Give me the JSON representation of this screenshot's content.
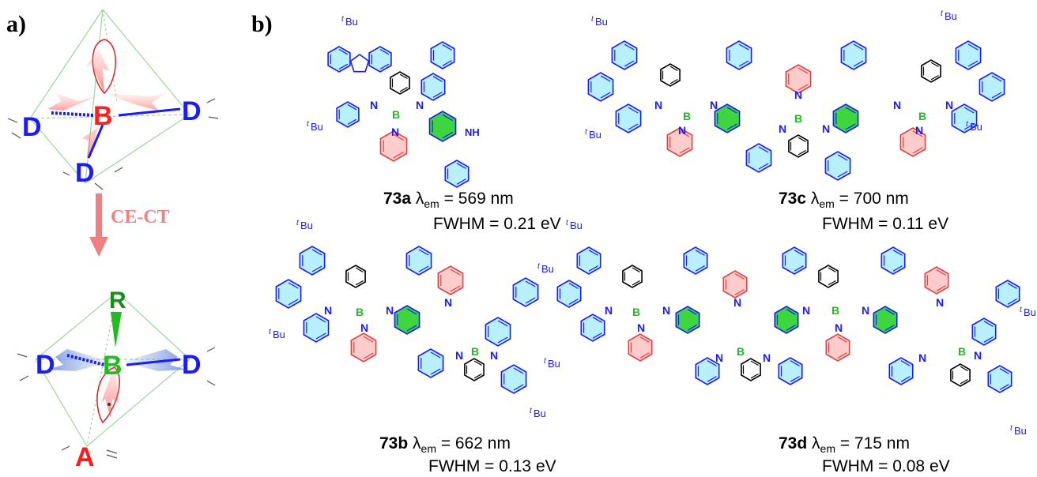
{
  "panel_a": {
    "label": "a)",
    "top": {
      "donor_left": "D",
      "donor_right": "D",
      "donor_bottom": "D",
      "boron": "B"
    },
    "arrow_label": "CE-CT",
    "bottom": {
      "substituent": "R",
      "boron": "B",
      "donor_left": "D",
      "donor_right": "D",
      "acceptor": "A"
    }
  },
  "panel_b": {
    "label": "b)",
    "atoms": {
      "nitrogen": "N",
      "boron": "B",
      "nh": "NH",
      "tbu_sup": "t",
      "tbu_main": "Bu"
    },
    "compounds": [
      {
        "id": "73a",
        "lambda": "569 nm",
        "fwhm_label": "FWHM = 0.21 eV"
      },
      {
        "id": "73c",
        "lambda": "700 nm",
        "fwhm_label": "FWHM = 0.11 eV"
      },
      {
        "id": "73b",
        "lambda": "662 nm",
        "fwhm_label": "FWHM = 0.13 eV"
      },
      {
        "id": "73d",
        "lambda": "715 nm",
        "fwhm_label": "FWHM = 0.08 eV"
      }
    ],
    "lambda_symbol": "λ",
    "lambda_sub": "em",
    "lambda_eq": " = "
  },
  "colors": {
    "donor": "#1a1aff",
    "boron_top": "#ff2020",
    "boron_bottom": "#22bb22",
    "acceptor": "#ff1a1a",
    "arrow": "#f08080",
    "cyan_fill": "#b8f0ff",
    "green_fill": "#3ed63e",
    "pink_fill": "#ffcccc",
    "phenyl": "#000000"
  }
}
